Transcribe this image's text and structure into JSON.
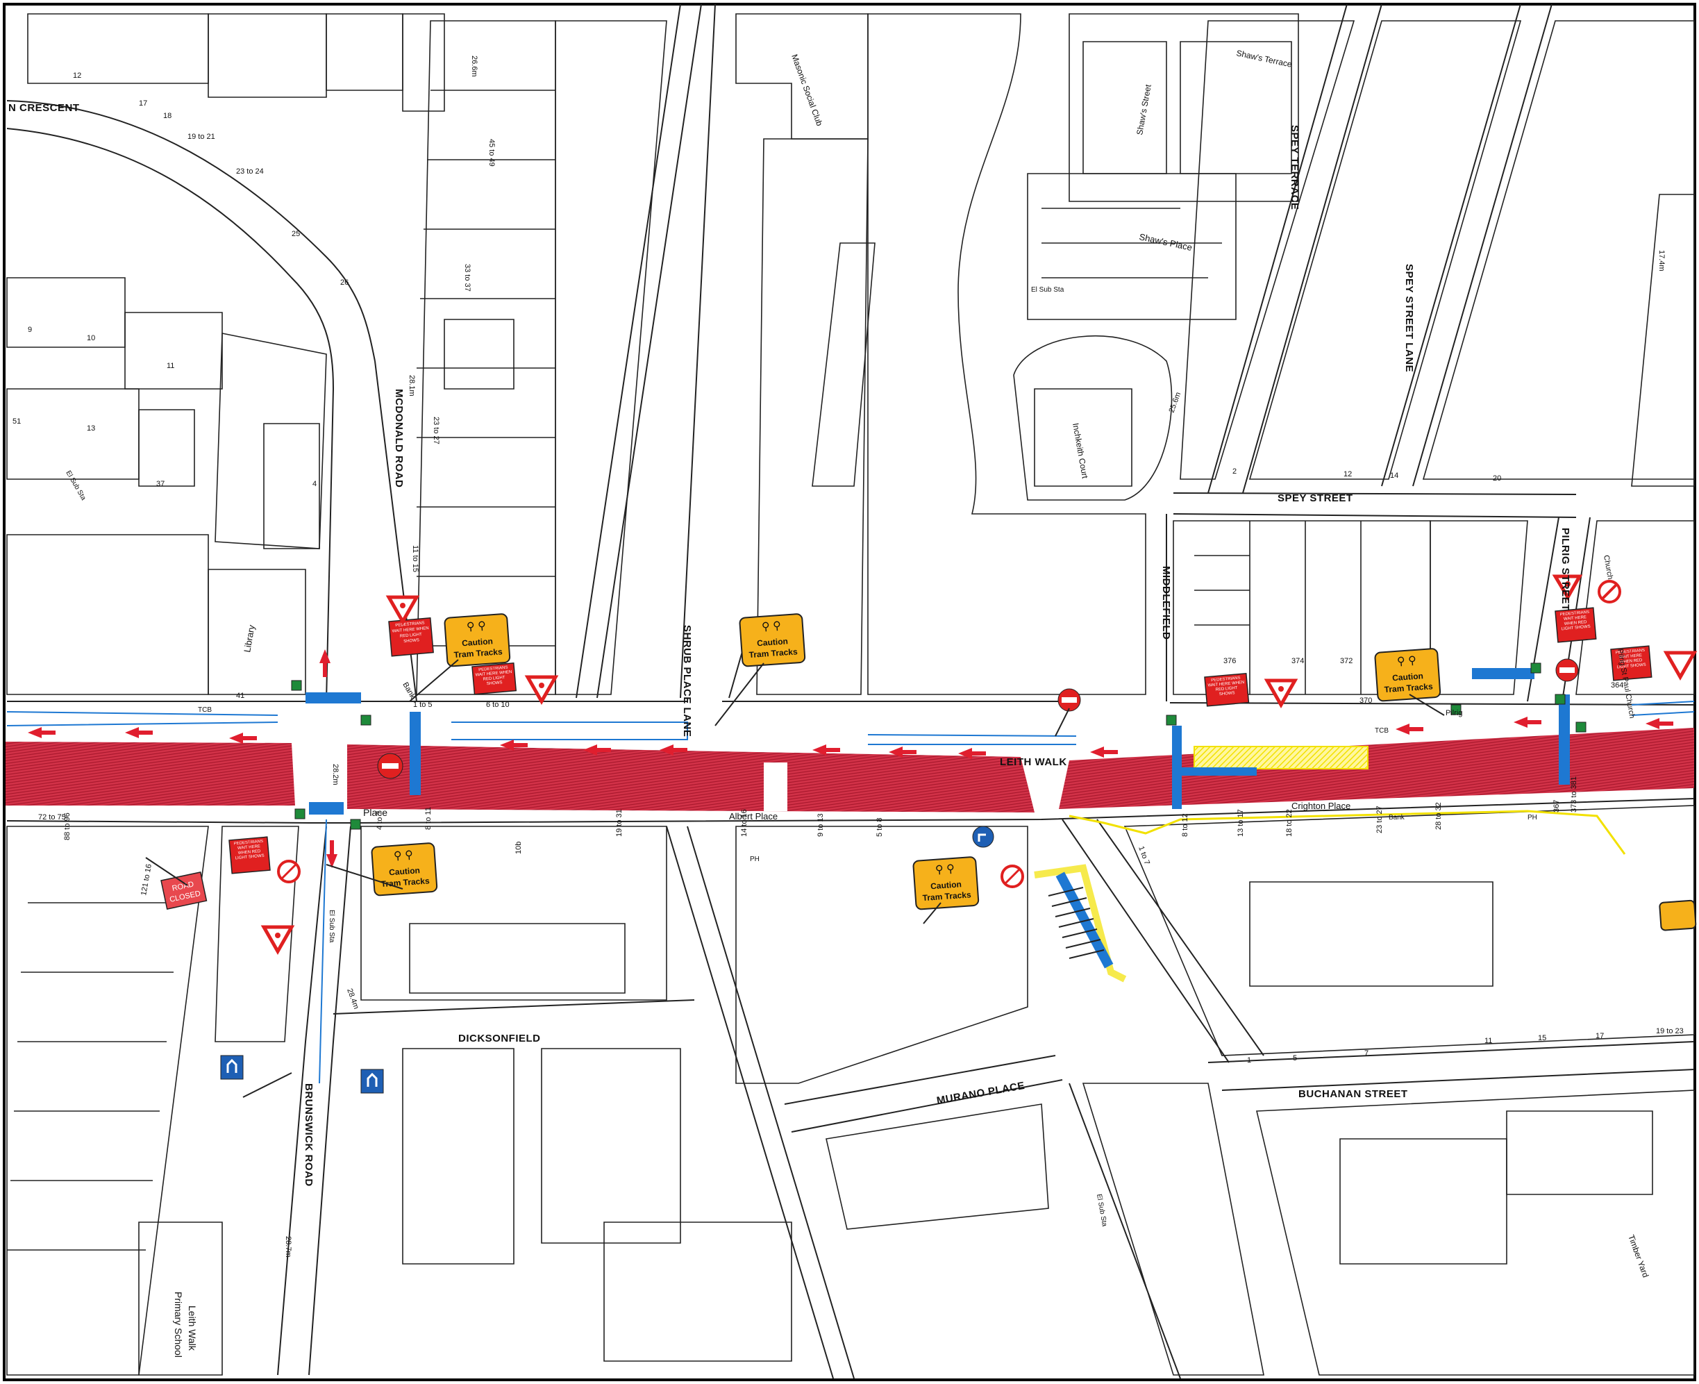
{
  "map": {
    "border_color": "#000000",
    "colors": {
      "closure_hatch": "#c8283c",
      "closure_fill": "#d23248",
      "footway_blue": "#1e78d2",
      "traffic_arrow": "#e01e2e",
      "diversion_yellow": "#f2e100",
      "sign_red": "#e02020",
      "sign_yellow": "#f6b11b",
      "sign_blue": "#1e5fb4",
      "footway_outline_blue": "#1e78d2"
    },
    "streets": {
      "crescent": "N CRESCENT",
      "mcdonald_road": "MCDONALD ROAD",
      "shrub_place_lane": "SHRUB PLACE LANE",
      "spey_terrace": "SPEY TERRACE",
      "spey_street_lane": "SPEY STREET LANE",
      "spey_street": "SPEY STREET",
      "pilrig_street": "PILRIG STREET",
      "middlefield": "MIDDLEFIELD",
      "leith_walk": "LEITH WALK",
      "albert_place": "Albert Place",
      "crighton_place": "Crighton Place",
      "place": "Place",
      "dicksonfield": "DICKSONFIELD",
      "brunswick_road": "BRUNSWICK ROAD",
      "murano_place": "MURANO PLACE",
      "buchanan_street": "BUCHANAN STREET",
      "shaws_place": "Shaw's Place",
      "shaws_street": "Shaw's Street",
      "shaws_terrace": "Shaw's Terrace"
    },
    "landmarks": {
      "masonic": "Masonic Social Club",
      "library": "Library",
      "bank": "Bank",
      "inchkeith": "Inchkeith Court",
      "church": "Church",
      "church2": "Pilrig St Paul Church",
      "school_1": "Leith Walk",
      "school_2": "Primary School",
      "timber": "Timber Yard",
      "el_sub_sta_1": "El Sub Sta",
      "el_sub_sta_2": "El Sub Sta",
      "el_sub_sta_3": "El Sub Sta",
      "el_sub_sta_4": "El Sub Sta",
      "ph_1": "PH",
      "ph_2": "PH",
      "tcb_1": "TCB",
      "tcb_2": "TCB",
      "bank_2": "Bank",
      "pilrig_label": "Pilrig"
    },
    "spot_heights": [
      "28.1m",
      "28.2m",
      "28.7m",
      "28.4m",
      "25.6m",
      "17.4m",
      "26.6m"
    ],
    "house_numbers": {
      "n12": "12",
      "n17": "17",
      "n18": "18",
      "n19_21": "19 to 21",
      "n23_24": "23 to 24",
      "n25": "25",
      "n26": "26",
      "n9": "9",
      "n10": "10",
      "n11": "11",
      "n13": "13",
      "n37": "37",
      "n51": "51",
      "n4": "4",
      "n41": "41",
      "n1_5": "1 to 5",
      "n6_10": "6 to 10",
      "n11_15": "11 to 15",
      "n23_27": "23 to 27",
      "n33_37": "33 to 37",
      "n45_49": "45 to 49",
      "n376": "376",
      "n374": "374",
      "n372": "372",
      "n370": "370",
      "n364": "364",
      "n373_381": "373 to 381",
      "n367": "367",
      "n8_12": "8 to 12",
      "n13_17": "13 to 17",
      "n18_22": "18 to 22",
      "n23_27b": "23 to 27",
      "n28_32": "28 to 32",
      "n4_7": "4 to 7",
      "n8_11": "8 to 11",
      "n10b": "10b",
      "n19_31": "19 to 31",
      "n14_16": "14 to 16",
      "n9_13": "9 to 13",
      "n5_8": "5 to 8",
      "n1": "1",
      "n5": "5",
      "n7": "7",
      "n11b": "11",
      "n15": "15",
      "n17b": "17",
      "n19_23": "19 to 23",
      "n2": "2",
      "n12b": "12",
      "n14": "14",
      "n20": "20",
      "n72_75": "72 to 75",
      "n88_96": "88 to 96",
      "n121_16": "121 to 16",
      "n1_7": "1 to 7"
    },
    "signs": {
      "caution_tram_1": "Caution Tram Tracks",
      "caution_tram_2": "Caution Tram Tracks",
      "caution_tram_3": "Caution Tram Tracks",
      "caution_tram_4": "Caution Tram Tracks",
      "caution_line1": "Caution",
      "caution_line2": "Tram Tracks",
      "pedestrian_notice": "PEDESTRIANS WAIT HERE WHEN RED LIGHT SHOWS",
      "road_closed_line1": "ROAD",
      "road_closed_line2": "CLOSED",
      "road_closed": "ROAD CLOSED"
    }
  }
}
